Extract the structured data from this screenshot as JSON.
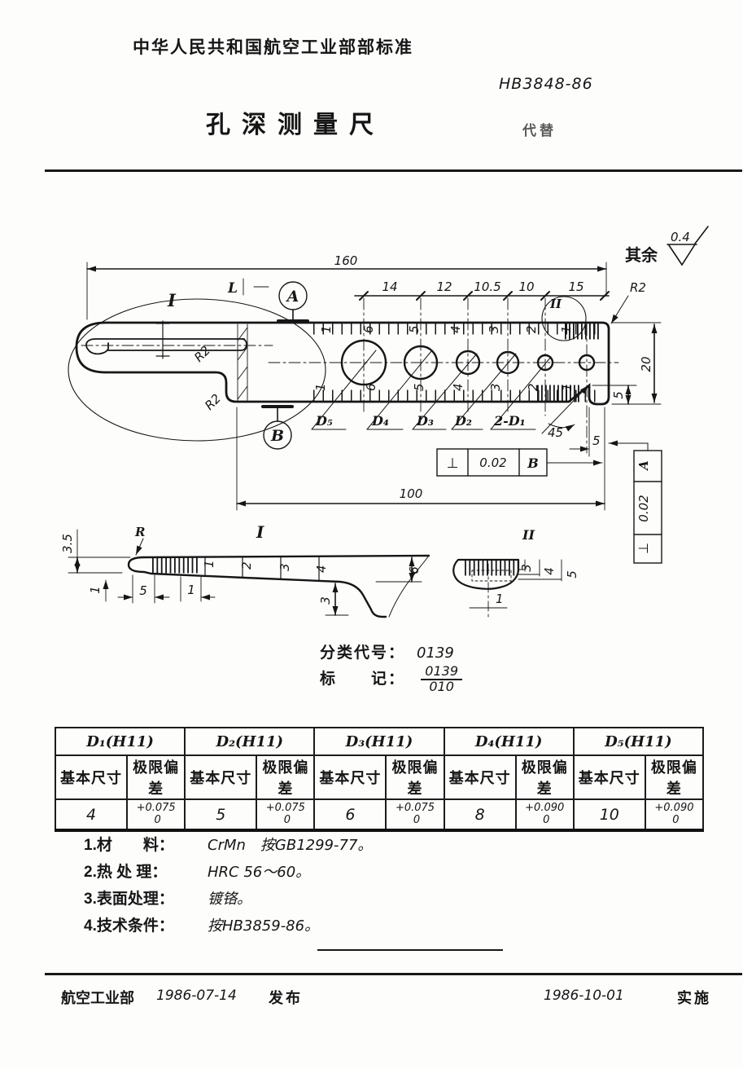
{
  "header": {
    "org_title": "中华人民共和国航空工业部部标准",
    "standard_no": "HB3848-86",
    "doc_title": "孔深测量尺",
    "replaces_label": "代替"
  },
  "drawing": {
    "surface_prefix": "其余",
    "surface_value": "0.4",
    "dim_160": "160",
    "spacing": [
      "14",
      "12",
      "10.5",
      "10",
      "15"
    ],
    "dim_20": "20",
    "dim_step5": "5",
    "dim_tab5": "5",
    "dim_100": "100",
    "dim_45": "45",
    "r2_top": "R2",
    "r2_left_upper": "R2",
    "r2_left_lower": "R2",
    "label_l": "L",
    "datum_a": "A",
    "datum_b": "B",
    "sec_i": "I",
    "sec_ii": "II",
    "holes": [
      "D₅",
      "D₄",
      "D₃",
      "D₂",
      "2-D₁"
    ],
    "scale_top": [
      "1",
      "6",
      "5",
      "4",
      "3",
      "2",
      "1"
    ],
    "scale_bottom": [
      "1",
      "6",
      "5",
      "4",
      "3",
      "2",
      "1"
    ],
    "tol_b": {
      "sym": "⊥",
      "val": "0.02",
      "datum": "B"
    },
    "tol_a": {
      "sym": "⊥",
      "val": "0.02",
      "datum": "A"
    }
  },
  "detail_i": {
    "title": "I",
    "r_label": "R",
    "d35": "3.5",
    "d1a": "1",
    "d5": "5",
    "d1b": "1",
    "d3": "3",
    "d6": "6",
    "scale": [
      "1",
      "2",
      "3",
      "4"
    ]
  },
  "detail_ii": {
    "title": "II",
    "d3": "3",
    "d4": "4",
    "d5": "5",
    "d1": "1"
  },
  "classification": {
    "label": "分类代号：",
    "code": "0139",
    "mark_label": "标　　记：",
    "mark_num": "0139",
    "mark_den": "010"
  },
  "table": {
    "col_headers": [
      "D₁(H11)",
      "D₂(H11)",
      "D₃(H11)",
      "D₄(H11)",
      "D₅(H11)"
    ],
    "sub_basic": "基本尺寸",
    "sub_dev": "极限偏差",
    "rows": [
      {
        "basic": "4",
        "dev_top": "+0.075",
        "dev_bottom": "0"
      },
      {
        "basic": "5",
        "dev_top": "+0.075",
        "dev_bottom": "0"
      },
      {
        "basic": "6",
        "dev_top": "+0.075",
        "dev_bottom": "0"
      },
      {
        "basic": "8",
        "dev_top": "+0.090",
        "dev_bottom": "0"
      },
      {
        "basic": "10",
        "dev_top": "+0.090",
        "dev_bottom": "0"
      }
    ]
  },
  "notes": [
    {
      "label": "1.材　　料：",
      "value": "CrMn　按GB1299-77。"
    },
    {
      "label": "2.热 处 理：",
      "value": "HRC 56～60。"
    },
    {
      "label": "3.表面处理：",
      "value": "镀铬。"
    },
    {
      "label": "4.技术条件：",
      "value": "按HB3859-86。"
    }
  ],
  "footer": {
    "issuer": "航空工业部",
    "issue_date": "1986-07-14",
    "issue_label": "发布",
    "impl_date": "1986-10-01",
    "impl_label": "实施"
  }
}
